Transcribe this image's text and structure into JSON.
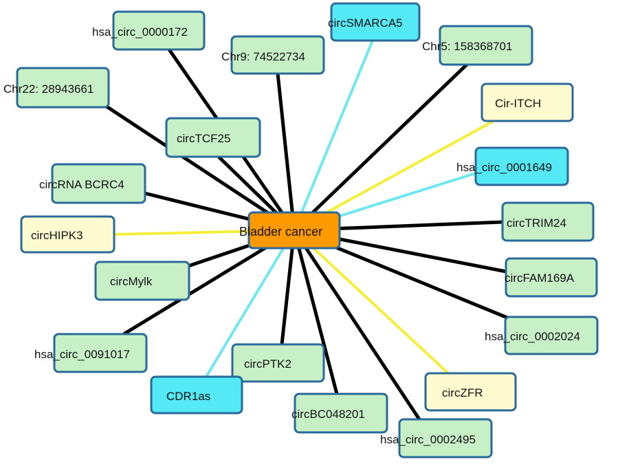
{
  "center": {
    "label": "Bladder cancer",
    "fill": "#ff9900"
  },
  "colors": {
    "edge_black": "#000000",
    "edge_cyan": "#70e8f0",
    "edge_yellow": "#f5ee3a",
    "fill_green": "#c7f0c7",
    "fill_cyan": "#55e8f5",
    "fill_yellow": "#fffbd0",
    "border": "#2a6a9a"
  },
  "nodes": [
    {
      "label": "hsa_circ_0000172",
      "type": "green"
    },
    {
      "label": "circSMARCA5",
      "type": "cyan"
    },
    {
      "label": "Chr9: 74522734",
      "type": "green"
    },
    {
      "label": "Chr5: 158368701",
      "type": "green"
    },
    {
      "label": "Chr22: 28943661",
      "type": "green"
    },
    {
      "label": "Cir-ITCH",
      "type": "yellow"
    },
    {
      "label": "circTCF25",
      "type": "green"
    },
    {
      "label": "hsa_circ_0001649",
      "type": "cyan"
    },
    {
      "label": "circRNA BCRC4",
      "type": "green"
    },
    {
      "label": "circTRIM24",
      "type": "green"
    },
    {
      "label": "circHIPK3",
      "type": "yellow"
    },
    {
      "label": "circMylk",
      "type": "green"
    },
    {
      "label": "circFAM169A",
      "type": "green"
    },
    {
      "label": "hsa_circ_0002024",
      "type": "green"
    },
    {
      "label": "hsa_circ_0091017",
      "type": "green"
    },
    {
      "label": "circPTK2",
      "type": "green"
    },
    {
      "label": "circZFR",
      "type": "yellow"
    },
    {
      "label": "CDR1as",
      "type": "cyan"
    },
    {
      "label": "circBC048201",
      "type": "green"
    },
    {
      "label": "hsa_circ_0002495",
      "type": "green"
    }
  ]
}
